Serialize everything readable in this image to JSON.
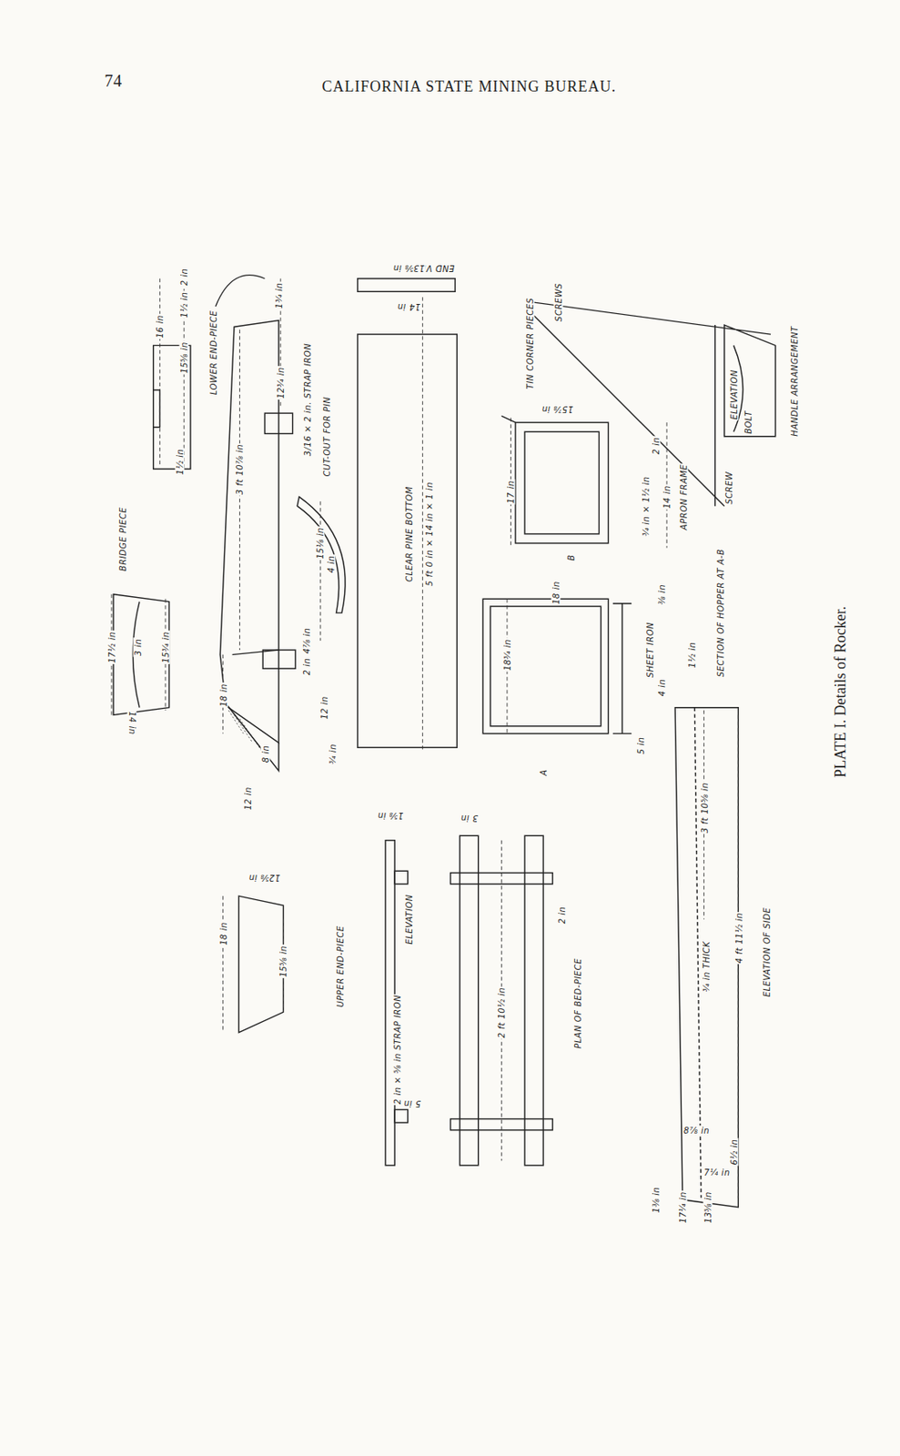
{
  "diagram": {
    "title": "CALIFORNIA STATE MINING BUREAU.",
    "caption": "PLATE I. Details of Rocker.",
    "labels": [
      "74",
      "16 in",
      "2 in",
      "1½ in",
      "15⅝ in",
      "1½ in",
      "LOWER END-PIECE",
      "BRIDGE PIECE",
      "17½ in",
      "3 in",
      "15¾ in",
      "14 in",
      "3 ft 10⅞ in",
      "1¾ in",
      "12¾ in",
      "3/16 × 2 in. STRAP IRON",
      "CUT-OUT FOR PIN",
      "15⅛ in",
      "4 in",
      "4⅞ in",
      "2 in",
      "12 in",
      "¾ in",
      "18 in",
      "8 in",
      "12 in",
      "END VIEW",
      "13⅝ in",
      "14 in",
      "CLEAR PINE BOTTOM",
      "5 ft 0 in × 14 in × 1 in",
      "TIN CORNER PIECES",
      "SCREWS",
      "15⅞ in",
      "17 in",
      "2 in",
      "¾ in × 1½ in",
      "14 in",
      "APRON FRAME",
      "B",
      "18 in",
      "18¾ in",
      "A",
      "⅜ in",
      "SHEET IRON",
      "4 in",
      "5 in",
      "1½ in",
      "SECTION OF HOPPER AT A-B",
      "ELEVATION",
      "BOLT",
      "SCREW",
      "HANDLE ARRANGEMENT",
      "3 ft 10⅝ in",
      "¾ in THICK",
      "4 ft 11½ in",
      "ELEVATION OF SIDE",
      "8⅞ in",
      "1⅜ in",
      "17¼ in",
      "13⅝ in",
      "6½ in",
      "7¼ in",
      "18 in",
      "12⅝ in",
      "15⅝ in",
      "UPPER END-PIECE",
      "ELEVATION",
      "2 in × ⅝ in STRAP IRON",
      "1⅝ in",
      "5 in",
      "3 in",
      "2 ft 10½ in",
      "2 in",
      "PLAN OF BED-PIECE"
    ]
  }
}
